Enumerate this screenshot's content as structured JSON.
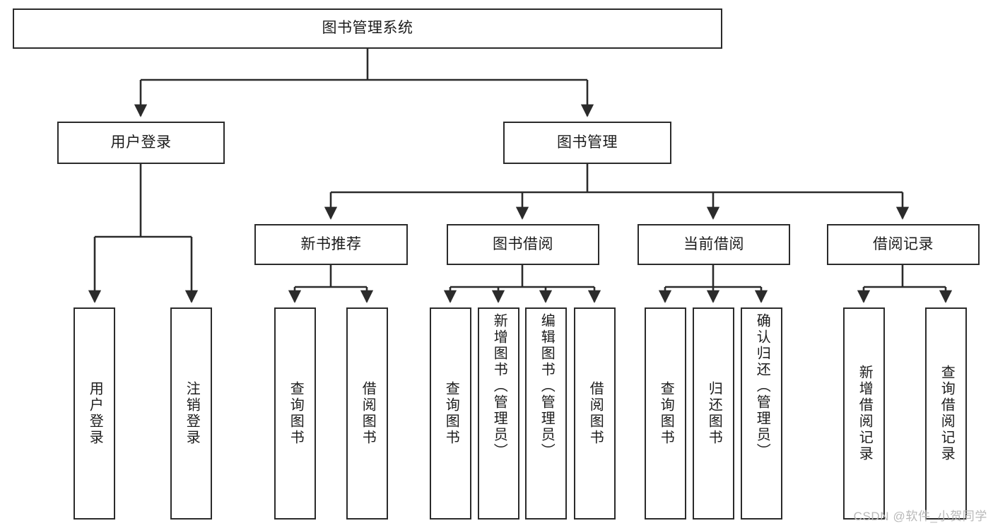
{
  "diagram": {
    "type": "tree-hierarchy",
    "title": "图书管理系统",
    "watermark": "CSDN @软件_小贺同学",
    "colors": {
      "background": "#ffffff",
      "stroke": "#2b2b2b",
      "text": "#1c1c1c",
      "watermark": "#b8b8b8"
    },
    "levels": {
      "root": {
        "label": "图书管理系统"
      },
      "level2": [
        {
          "id": "user-login",
          "label": "用户登录"
        },
        {
          "id": "book-manage",
          "label": "图书管理"
        }
      ],
      "level3": [
        {
          "id": "new-book-recommend",
          "label": "新书推荐",
          "parent": "book-manage"
        },
        {
          "id": "book-borrow",
          "label": "图书借阅",
          "parent": "book-manage"
        },
        {
          "id": "current-borrow",
          "label": "当前借阅",
          "parent": "book-manage"
        },
        {
          "id": "borrow-record",
          "label": "借阅记录",
          "parent": "book-manage"
        }
      ],
      "leaves": [
        {
          "id": "leaf-user-login",
          "label": "用户登录",
          "parent": "user-login"
        },
        {
          "id": "leaf-user-logout",
          "label": "注销登录",
          "parent": "user-login"
        },
        {
          "id": "leaf-query-book-1",
          "label": "查询图书",
          "parent": "new-book-recommend"
        },
        {
          "id": "leaf-borrow-book-1",
          "label": "借阅图书",
          "parent": "new-book-recommend"
        },
        {
          "id": "leaf-query-book-2",
          "label": "查询图书",
          "parent": "book-borrow"
        },
        {
          "id": "leaf-add-book",
          "label": "新增图书（管理员）",
          "parent": "book-borrow"
        },
        {
          "id": "leaf-edit-book",
          "label": "编辑图书（管理员）",
          "parent": "book-borrow"
        },
        {
          "id": "leaf-borrow-book-2",
          "label": "借阅图书",
          "parent": "book-borrow"
        },
        {
          "id": "leaf-query-book-3",
          "label": "查询图书",
          "parent": "current-borrow"
        },
        {
          "id": "leaf-return-book",
          "label": "归还图书",
          "parent": "current-borrow"
        },
        {
          "id": "leaf-confirm-return",
          "label": "确认归还（管理员）",
          "parent": "current-borrow"
        },
        {
          "id": "leaf-add-record",
          "label": "新增借阅记录",
          "parent": "borrow-record"
        },
        {
          "id": "leaf-query-record",
          "label": "查询借阅记录",
          "parent": "borrow-record"
        }
      ]
    }
  }
}
